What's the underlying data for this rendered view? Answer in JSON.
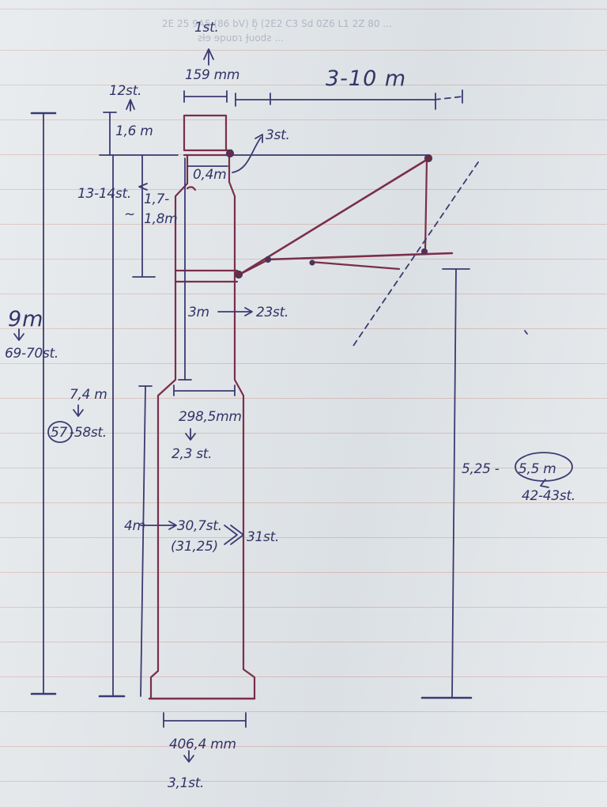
{
  "sketch": {
    "show_through": [
      "2E 25 9A5 (86 bV) ƃ̗ (2E2 C3 Sd 0Z6 L1 2Z 80 ...",
      "ƨƚɘ ɘpuɒɿ Ɉuodƨ ..."
    ],
    "labels": {
      "top_count": "1st.",
      "top_diameter": "159 mm",
      "arm_length": "3-10 m",
      "top_section_count": "12st.",
      "top_section_height": "1,6 m",
      "bracket_count": "3st.",
      "bracket_offset": "0,4m",
      "band_count": "13-14st.",
      "band_height_a": "1,7-",
      "band_tilde": "~",
      "band_height_b": "1,8m",
      "mid_section_height": "3m",
      "mid_section_count": "23st.",
      "total_height": "9m",
      "total_count": "69-70st.",
      "lower_height": "7,4 m",
      "lower_count_circled": "57",
      "lower_count_rest": "-58st.",
      "mid_diameter": "298,5mm",
      "mid_diameter_count": "2,3 st.",
      "base_section_height": "4m",
      "base_section_count": "30,7st.",
      "base_section_count_exact": "(31,25)",
      "base_section_rounded": "31st.",
      "clearance_a": "5,25 -",
      "clearance_b_circled": "5,5 m",
      "clearance_count": "42-43st.",
      "base_diameter": "406,4 mm",
      "base_diameter_count": "3,1st."
    }
  }
}
